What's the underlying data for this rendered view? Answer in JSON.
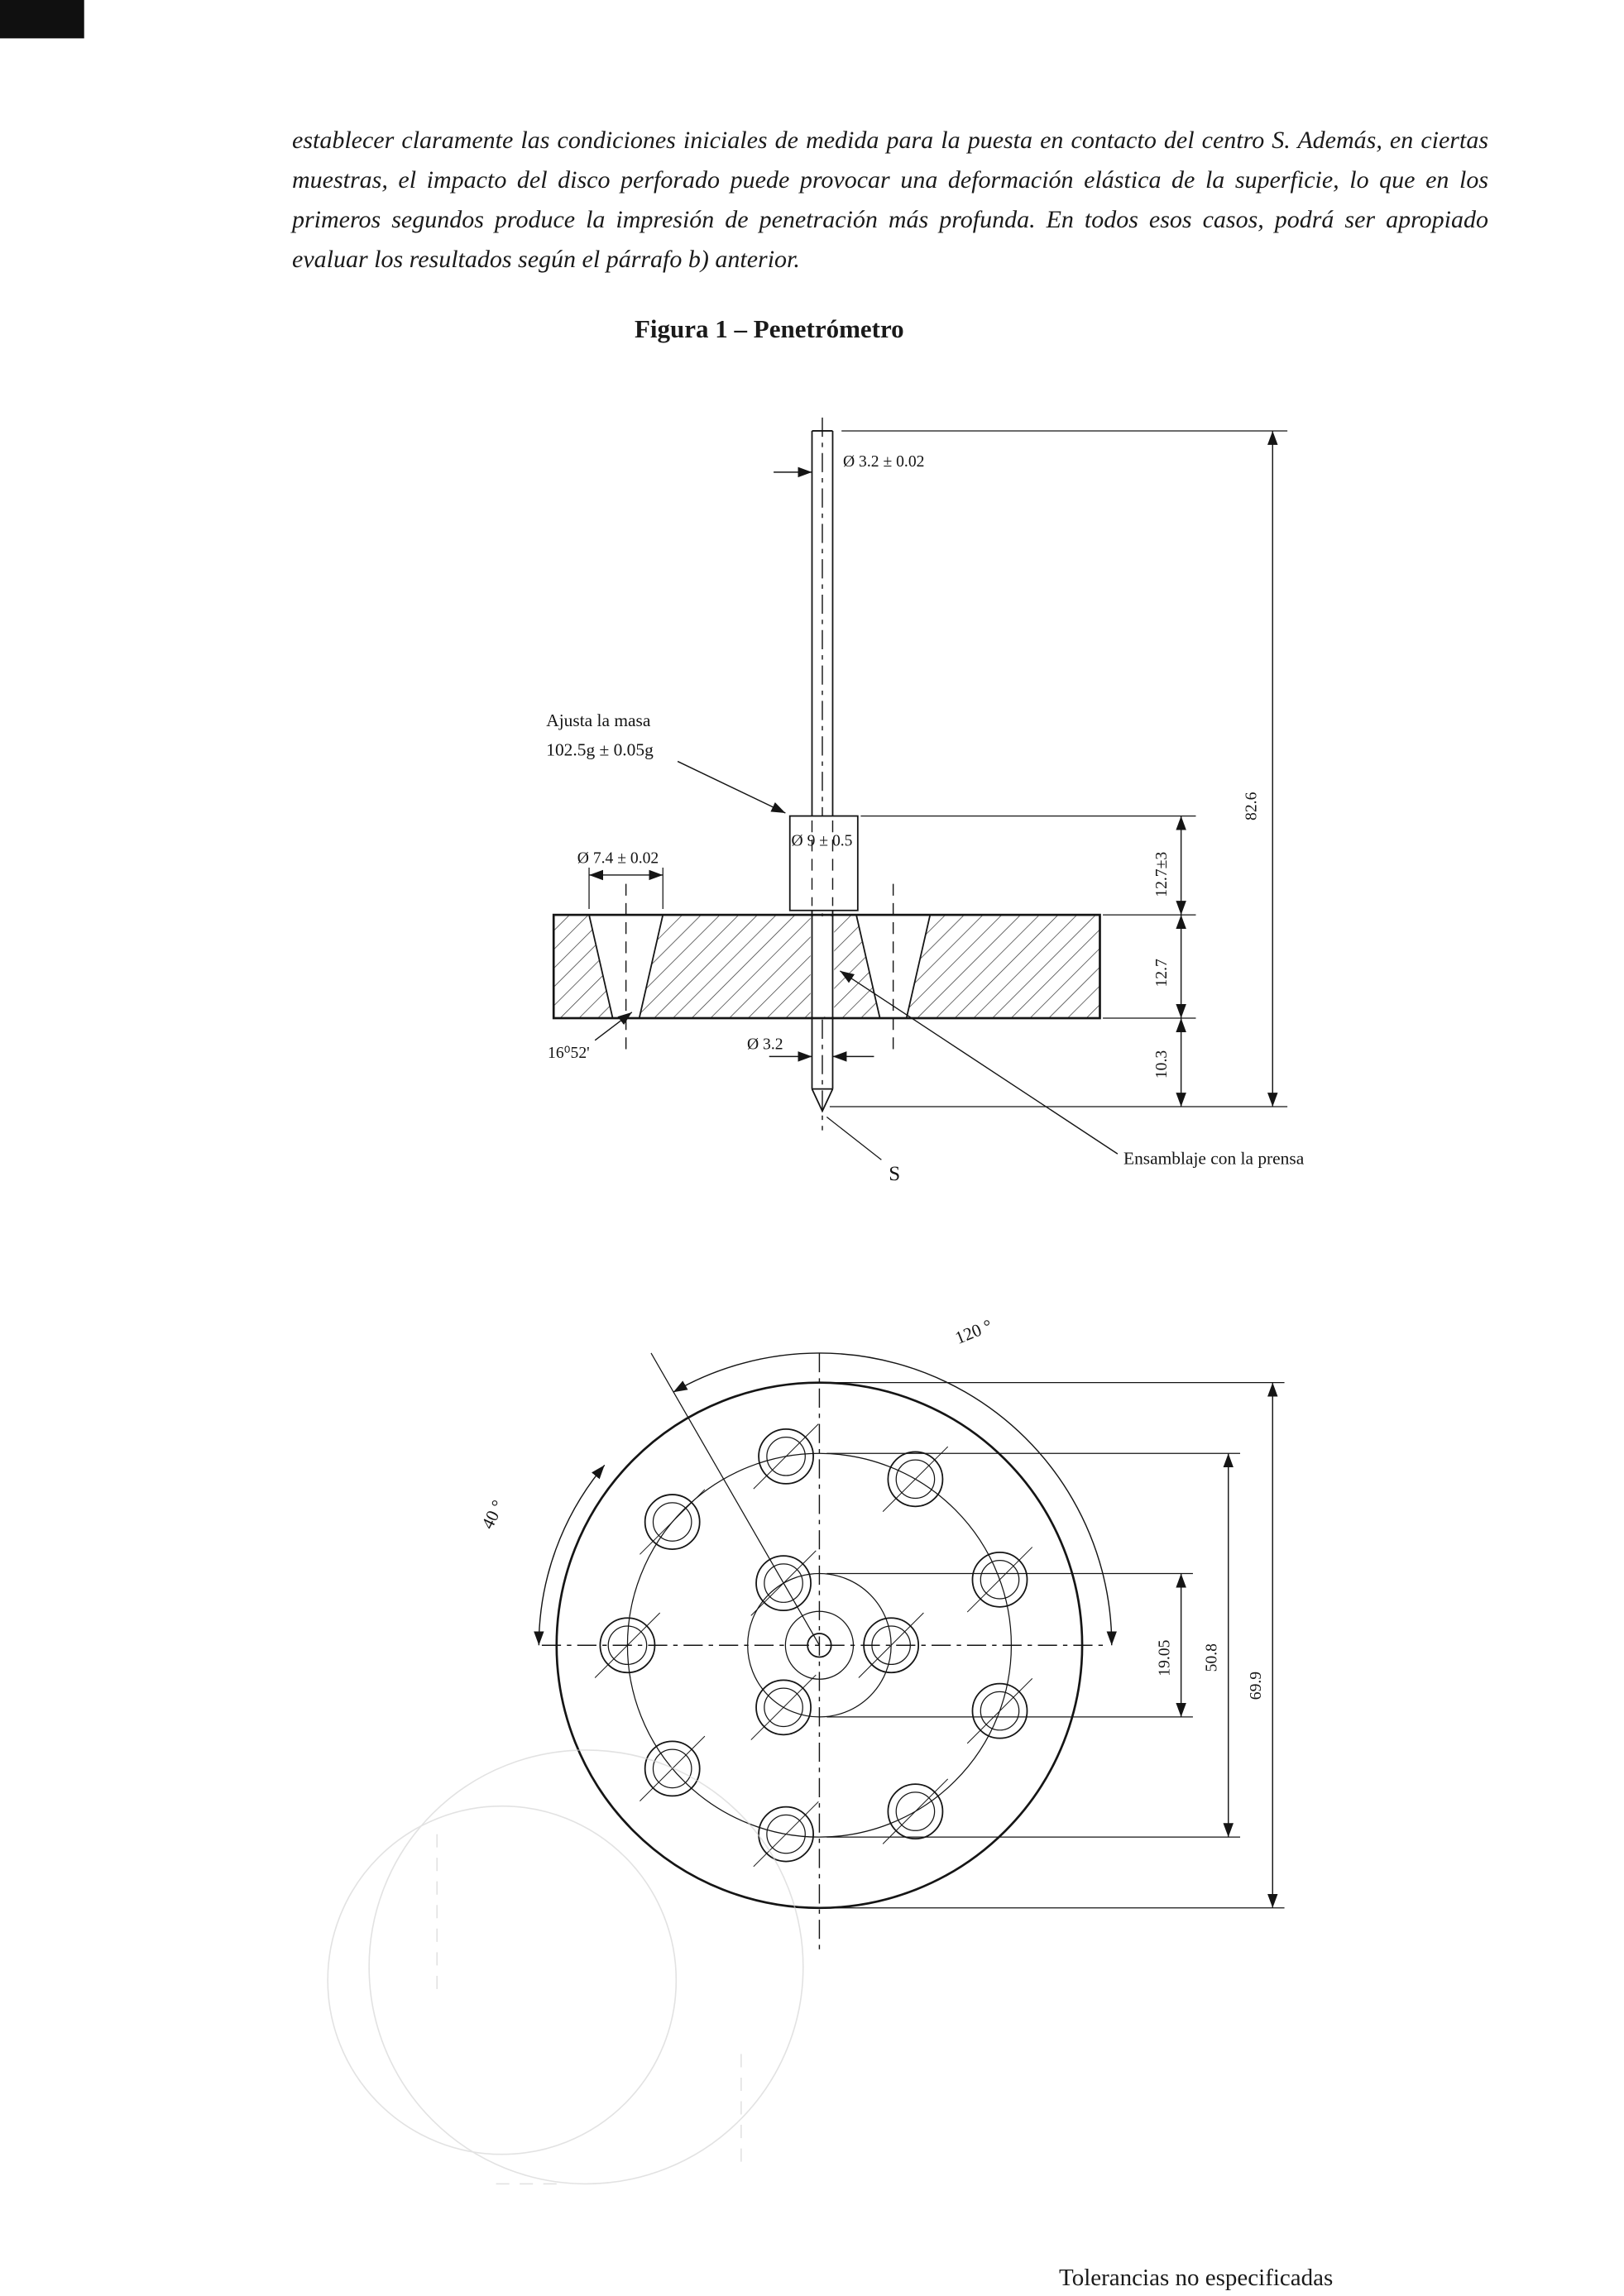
{
  "document": {
    "paragraph": "establecer claramente las condiciones iniciales de medida para la puesta en contacto del centro S. Además, en ciertas muestras, el impacto del disco perforado puede provocar una deformación elástica de la superficie, lo que en los primeros segundos produce la impresión de penetración más profunda. En todos esos casos, podrá ser apropiado evaluar los resultados según el párrafo b) anterior.",
    "figure_title": "Figura 1 – Penetrómetro",
    "footer": "Tolerancias no especificadas"
  },
  "side_view": {
    "labels": {
      "dia_top": "Ø 3.2 ± 0.02",
      "adjust_mass_1": "Ajusta la masa",
      "adjust_mass_2": "102.5g ± 0.05g",
      "dia_collar": "Ø 9 ± 0.5",
      "dia_hole": "Ø 7.4 ± 0.02",
      "taper_angle": "16⁰52'",
      "dia_needle": "Ø 3.2",
      "dim_overall": "82.6",
      "dim_collar": "12.7±3",
      "dim_disc": "12.7",
      "dim_tip": "10.3",
      "point_s": "S",
      "press_assembly": "Ensamblaje con la prensa"
    }
  },
  "top_view": {
    "labels": {
      "angle_inner": "120 °",
      "angle_outer": "40 °",
      "dim_inner_circle": "19.05",
      "dim_bolt_circle": "50.8",
      "dim_outer_dia": "69.9"
    }
  }
}
